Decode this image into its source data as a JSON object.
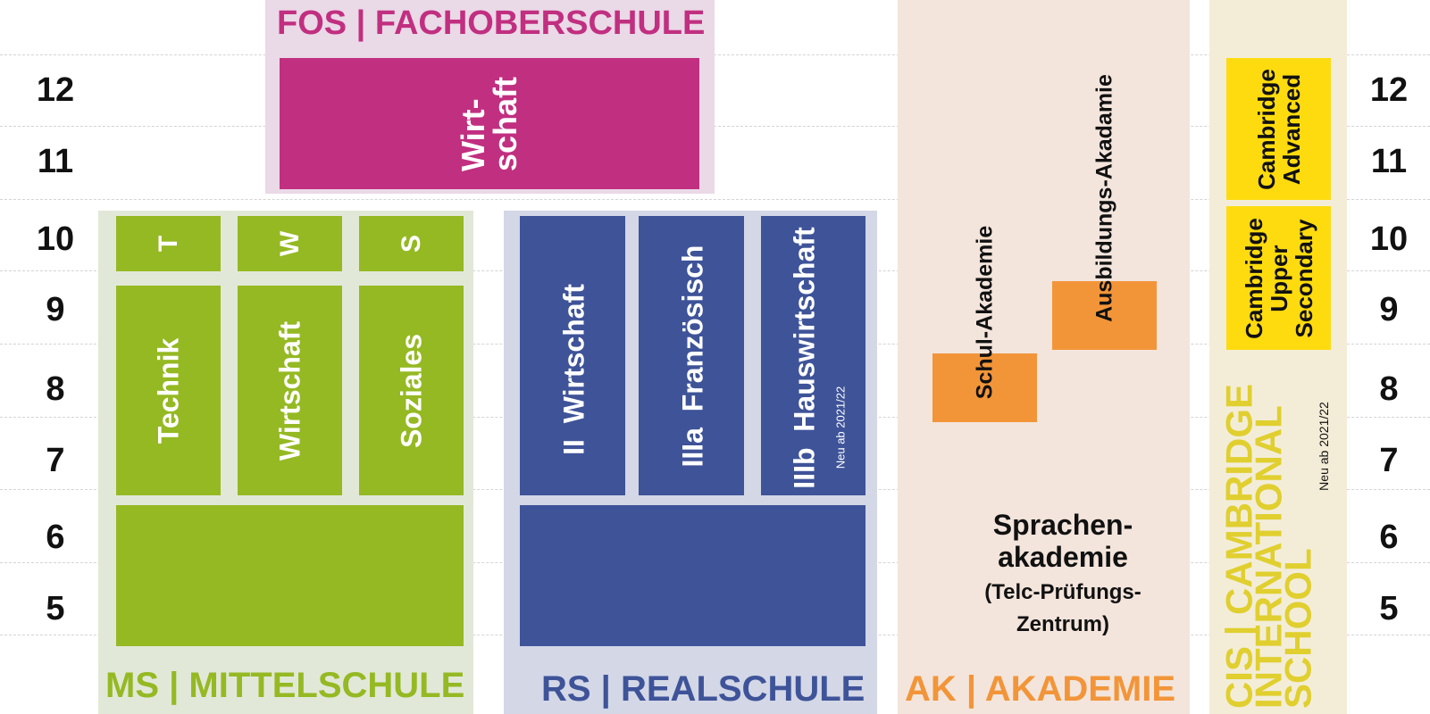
{
  "grades_left": [
    "12",
    "11",
    "10",
    "9",
    "8",
    "7",
    "6",
    "5"
  ],
  "grades_right": [
    "12",
    "11",
    "10",
    "9",
    "8",
    "7",
    "6",
    "5"
  ],
  "fos": {
    "title": "FOS | FACHOBERSCHULE",
    "block": "Wirt-\nschaft",
    "color": "#c12f80"
  },
  "ms": {
    "title": "MS | MITTELSCHULE",
    "upper": [
      "T",
      "W",
      "S"
    ],
    "middle": [
      "Technik",
      "Wirtschaft",
      "Soziales"
    ],
    "color": "#95b923"
  },
  "rs": {
    "title": "RS | REALSCHULE",
    "tracks": [
      "II  Wirtschaft",
      "IIIa  Französisch",
      "IIIb  Hauswirtschaft"
    ],
    "note": "Neu ab 2021/22",
    "color": "#3e5398"
  },
  "ak": {
    "title": "AK | AKADEMIE",
    "schul": "Schul-Akademie",
    "ausbildung": "Ausbildungs-Akadamie",
    "sprachen_line1": "Sprachen-",
    "sprachen_line2": "akademie",
    "telc_line1": "(Telc-Prüfungs-",
    "telc_line2": "Zentrum)",
    "color": "#f29539"
  },
  "cis": {
    "title": "CIS | CAMBRIDGE\nINTERNATIONAL\nSCHOOL",
    "advanced": "Cambridge\nAdvanced",
    "upper_secondary": "Cambridge\nUpper\nSecondary",
    "note": "Neu ab 2021/22",
    "color": "#fedb0f",
    "title_color": "#e0cf2f"
  }
}
